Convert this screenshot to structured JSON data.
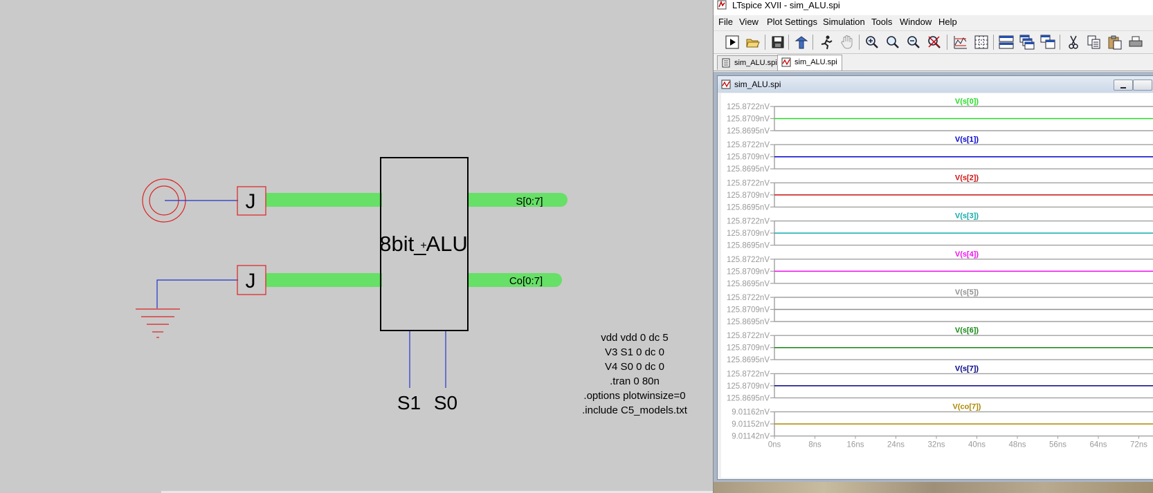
{
  "schematic": {
    "block_label": "8bit_ALU",
    "net_s": "S[0:7]",
    "net_co": "Co[0:7]",
    "pin_s1": "S1",
    "pin_s0": "S0",
    "port_label": "J",
    "netlist": [
      "vdd vdd 0 dc 5",
      "V3 S1 0 dc 0",
      "V4 S0 0 dc 0",
      ".tran 0 80n",
      ".options plotwinsize=0",
      ".include C5_models.txt"
    ]
  },
  "window": {
    "title": "LTspice XVII - sim_ALU.spi",
    "menu": [
      "File",
      "View",
      "Plot Settings",
      "Simulation",
      "Tools",
      "Window",
      "Help"
    ],
    "toolbar_icons": [
      "run-icon",
      "open-icon",
      "save-icon",
      "control-panel-icon",
      "halt-icon",
      "pan-icon",
      "zoom-in-icon",
      "zoom-area-icon",
      "zoom-out-icon",
      "zoom-fit-icon",
      "autorange-icon",
      "grid-icon",
      "tile-horizontal-icon",
      "cascade-icon",
      "tile-vertical-icon",
      "cut-icon",
      "copy-icon",
      "paste-icon"
    ],
    "tabs": [
      {
        "label": "sim_ALU.spi",
        "icon": "netlist-icon"
      },
      {
        "label": "sim_ALU.spi",
        "icon": "waveform-icon"
      }
    ]
  },
  "plot": {
    "window_title": "sim_ALU.spi",
    "x_ticks": [
      "0ns",
      "8ns",
      "16ns",
      "24ns",
      "32ns",
      "40ns",
      "48ns",
      "56ns",
      "64ns",
      "72ns"
    ],
    "panes": [
      {
        "name": "V(s[0])",
        "color": "#22dd22",
        "ticks": [
          "125.8722nV",
          "125.8709nV",
          "125.8695nV"
        ]
      },
      {
        "name": "V(s[1])",
        "color": "#0000cc",
        "ticks": [
          "125.8722nV",
          "125.8709nV",
          "125.8695nV"
        ]
      },
      {
        "name": "V(s[2])",
        "color": "#cc1111",
        "ticks": [
          "125.8722nV",
          "125.8709nV",
          "125.8695nV"
        ]
      },
      {
        "name": "V(s[3])",
        "color": "#11aaaa",
        "ticks": [
          "125.8722nV",
          "125.8709nV",
          "125.8695nV"
        ]
      },
      {
        "name": "V(s[4])",
        "color": "#ee11ee",
        "ticks": [
          "125.8722nV",
          "125.8709nV",
          "125.8695nV"
        ]
      },
      {
        "name": "V(s[5])",
        "color": "#909090",
        "ticks": [
          "125.8722nV",
          "125.8709nV",
          "125.8695nV"
        ]
      },
      {
        "name": "V(s[6])",
        "color": "#118811",
        "ticks": [
          "125.8722nV",
          "125.8709nV",
          "125.8695nV"
        ]
      },
      {
        "name": "V(s[7])",
        "color": "#000088",
        "ticks": [
          "125.8722nV",
          "125.8709nV",
          "125.8695nV"
        ]
      },
      {
        "name": "V(co[7])",
        "color": "#aa8800",
        "ticks": [
          "9.01162nV",
          "9.01152nV",
          "9.01142nV"
        ]
      }
    ]
  }
}
